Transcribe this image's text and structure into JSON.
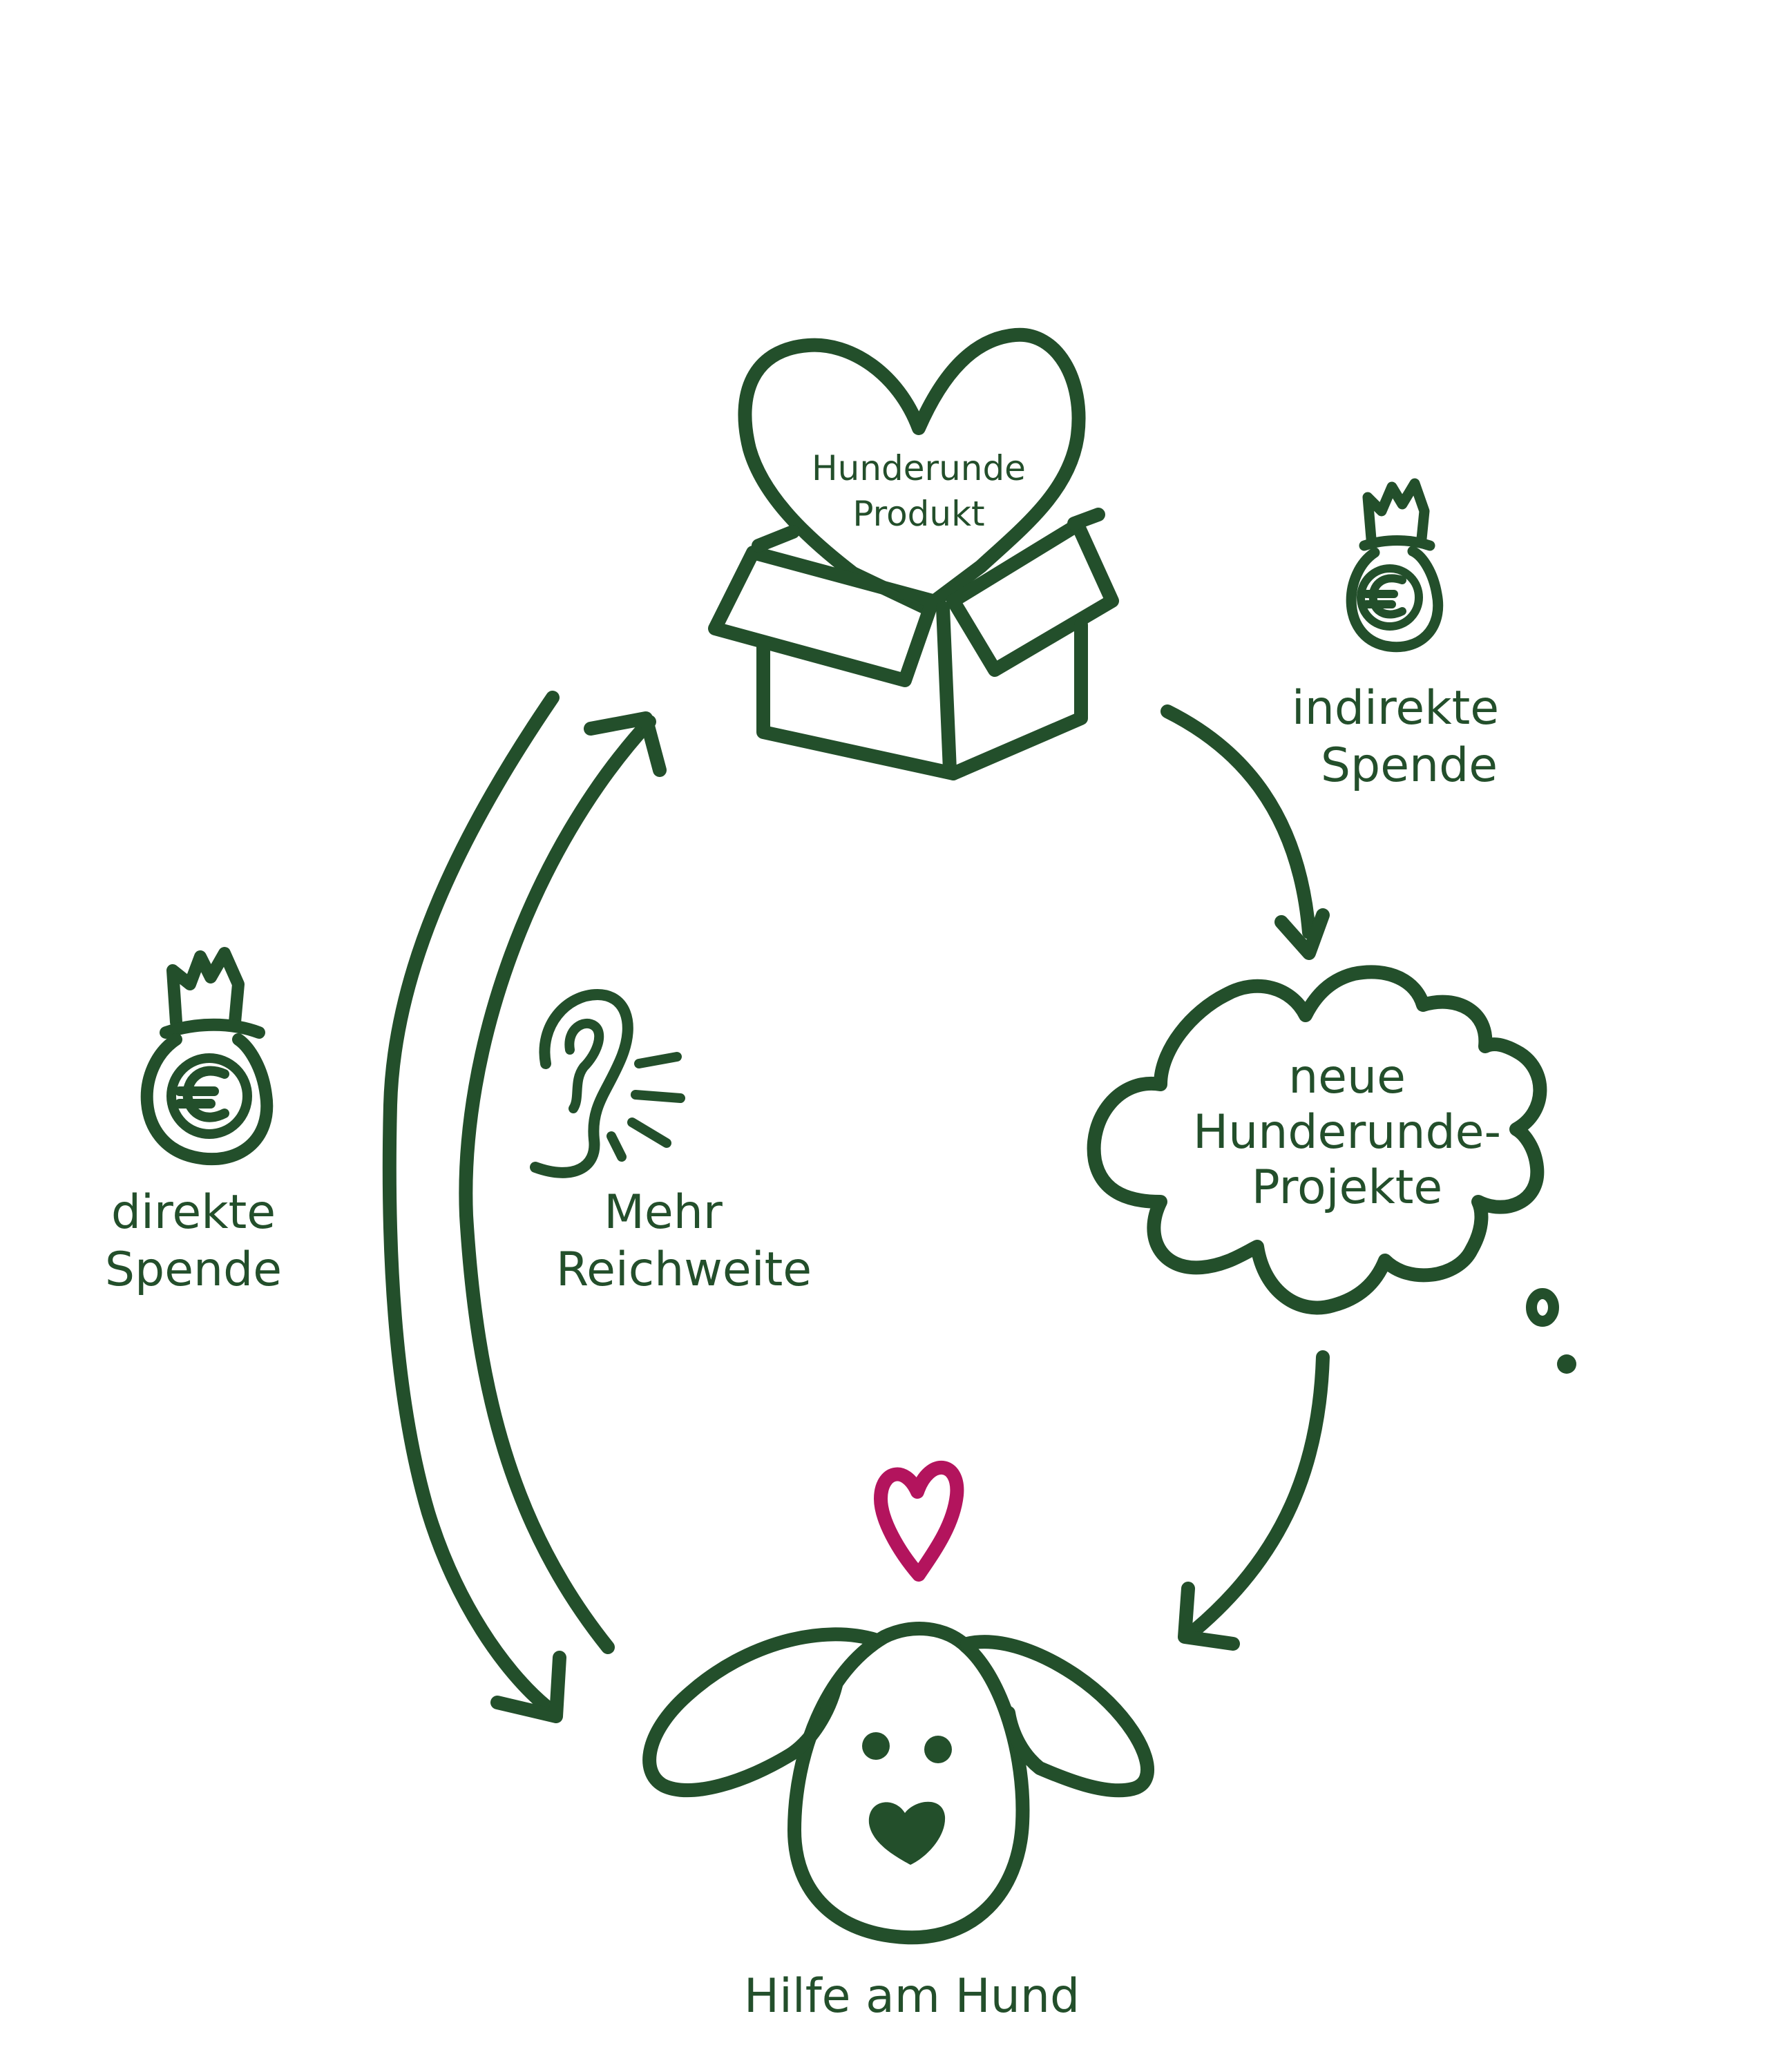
{
  "colors": {
    "ink": "#234f2b",
    "heart_accent": "#b3145d",
    "background": "#ffffff"
  },
  "nodes": {
    "product": {
      "icon": "gift-box-with-heart",
      "label_lines": [
        "Hunderunde",
        "Produkt"
      ]
    },
    "projects": {
      "icon": "thought-cloud",
      "label_lines": [
        "neue",
        "Hunderunde-",
        "Projekte"
      ]
    },
    "dog": {
      "icon": "dog-face",
      "label": "Hilfe am Hund"
    }
  },
  "edges": {
    "indirect_donation": {
      "icon": "money-bag-euro",
      "label_lines": [
        "indirekte",
        "Spende"
      ]
    },
    "direct_donation": {
      "icon": "money-bag-euro",
      "label_lines": [
        "direkte",
        "Spende"
      ]
    },
    "reach": {
      "icon": "ear-listening",
      "label_lines": [
        "Mehr",
        "Reichweite"
      ]
    }
  }
}
